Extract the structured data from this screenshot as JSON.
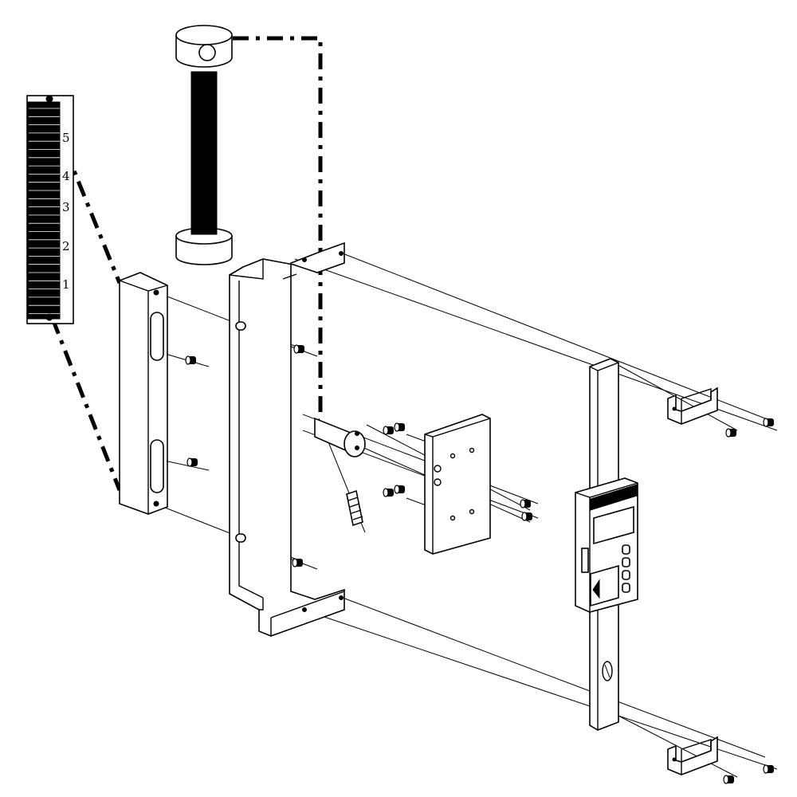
{
  "scale": {
    "labels": [
      "5",
      "4",
      "3",
      "2",
      "1"
    ]
  },
  "colors": {
    "ink": "#000000",
    "paper": "#ffffff"
  },
  "icons": [
    "dial-gauge-icon",
    "bolt-icon",
    "spring-icon",
    "clamp-icon"
  ]
}
